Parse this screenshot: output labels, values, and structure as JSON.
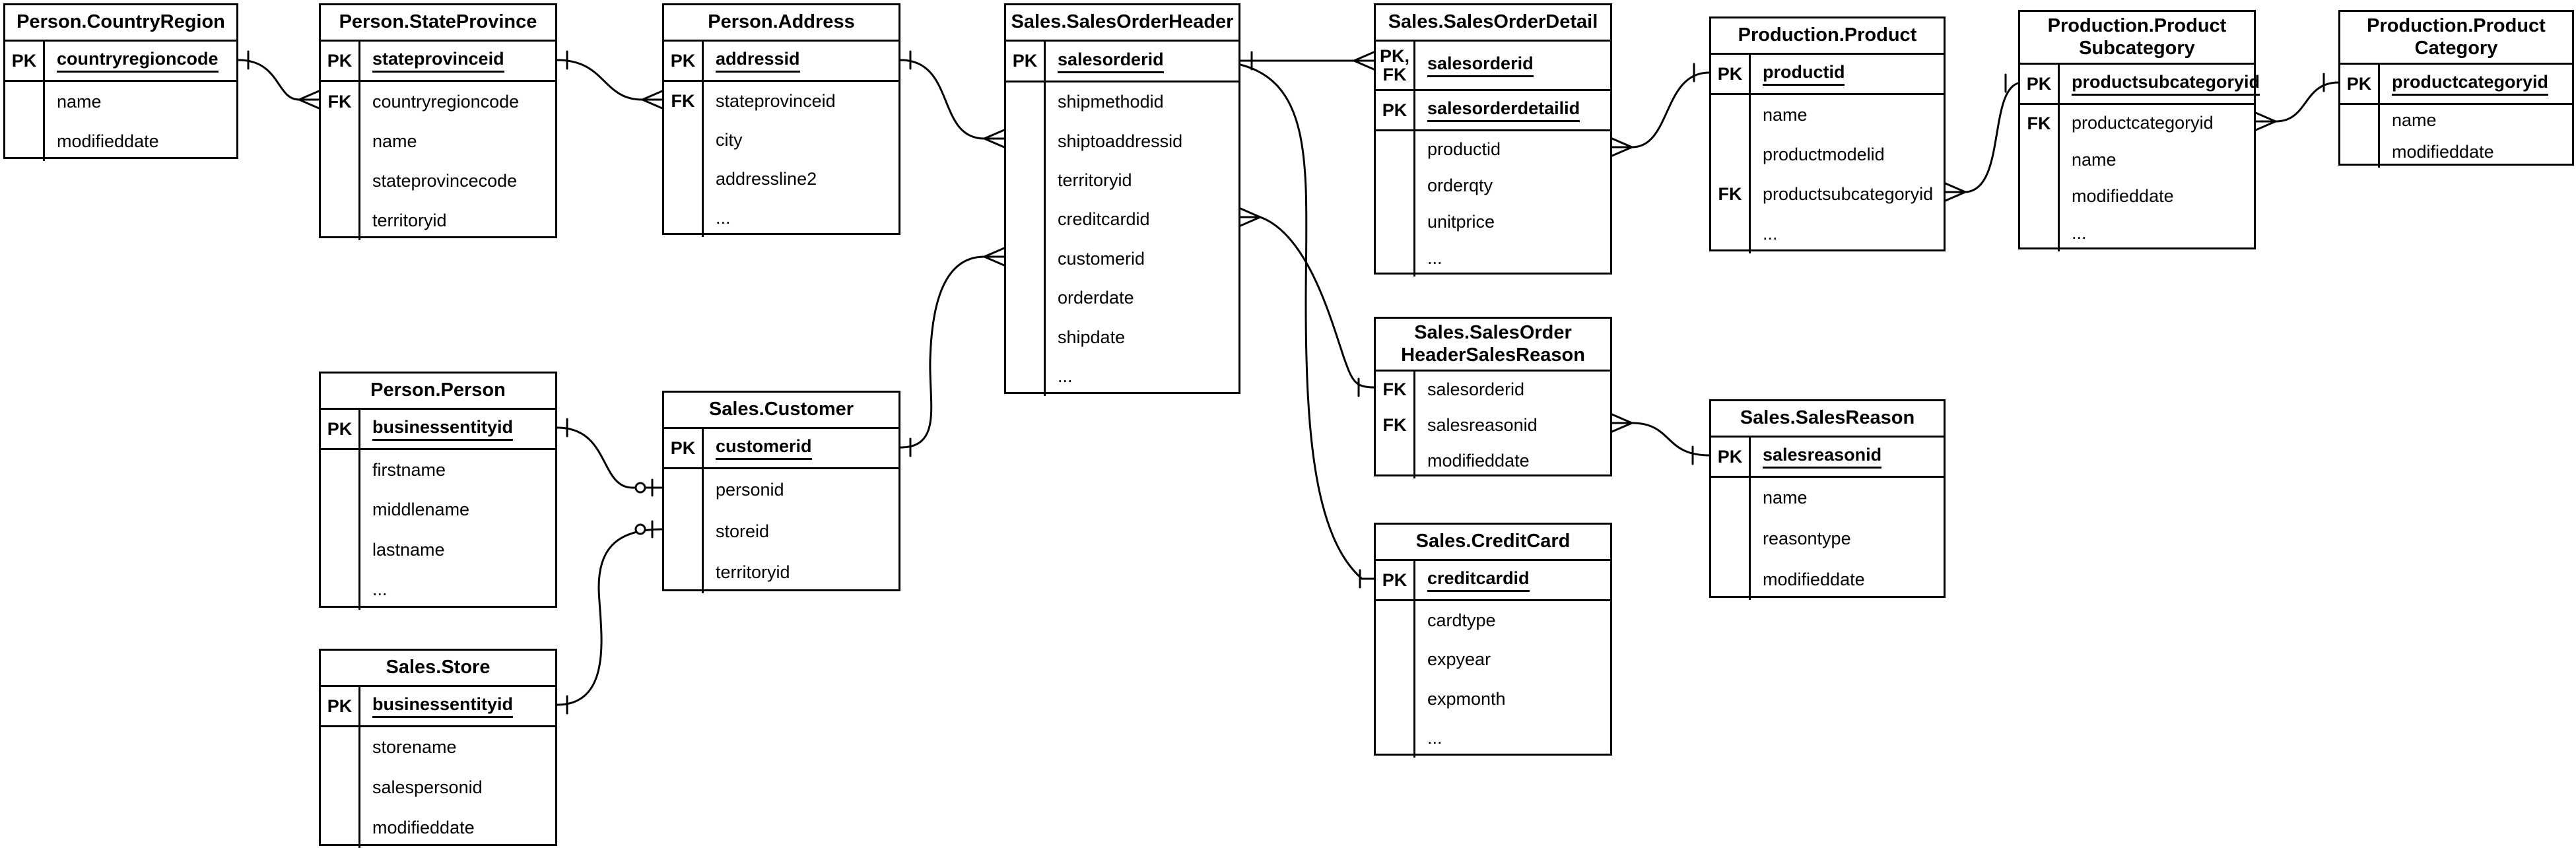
{
  "colors": {
    "background": "#ffffff",
    "line": "#000000",
    "text": "#000000"
  },
  "tables": [
    {
      "id": "country_region",
      "title": "Person.CountryRegion",
      "rows": [
        {
          "key": "PK",
          "field": "countryregioncode",
          "pk": true,
          "sep": true
        },
        {
          "key": "",
          "field": "name"
        },
        {
          "key": "",
          "field": "modifieddate"
        }
      ]
    },
    {
      "id": "state_province",
      "title": "Person.StateProvince",
      "rows": [
        {
          "key": "PK",
          "field": "stateprovinceid",
          "pk": true,
          "sep": true
        },
        {
          "key": "FK",
          "field": "countryregioncode"
        },
        {
          "key": "",
          "field": "name"
        },
        {
          "key": "",
          "field": "stateprovincecode"
        },
        {
          "key": "",
          "field": "territoryid"
        }
      ]
    },
    {
      "id": "address",
      "title": "Person.Address",
      "rows": [
        {
          "key": "PK",
          "field": "addressid",
          "pk": true,
          "sep": true
        },
        {
          "key": "FK",
          "field": "stateprovinceid"
        },
        {
          "key": "",
          "field": "city"
        },
        {
          "key": "",
          "field": "addressline2"
        },
        {
          "key": "",
          "field": "..."
        }
      ]
    },
    {
      "id": "sales_order_header",
      "title": "Sales.SalesOrderHeader",
      "rows": [
        {
          "key": "PK",
          "field": "salesorderid",
          "pk": true,
          "sep": true
        },
        {
          "key": "",
          "field": "shipmethodid"
        },
        {
          "key": "",
          "field": "shiptoaddressid"
        },
        {
          "key": "",
          "field": "territoryid"
        },
        {
          "key": "",
          "field": "creditcardid"
        },
        {
          "key": "",
          "field": "customerid"
        },
        {
          "key": "",
          "field": "orderdate"
        },
        {
          "key": "",
          "field": "shipdate"
        },
        {
          "key": "",
          "field": "..."
        }
      ]
    },
    {
      "id": "sales_order_detail",
      "title": "Sales.SalesOrderDetail",
      "rows": [
        {
          "key": "PK,\nFK",
          "field": "salesorderid",
          "pk": true,
          "sep": true
        },
        {
          "key": "PK",
          "field": "salesorderdetailid",
          "pk": true,
          "sep": true
        },
        {
          "key": "",
          "field": "productid"
        },
        {
          "key": "",
          "field": "orderqty"
        },
        {
          "key": "",
          "field": "unitprice"
        },
        {
          "key": "",
          "field": "..."
        }
      ]
    },
    {
      "id": "product",
      "title": "Production.Product",
      "rows": [
        {
          "key": "PK",
          "field": "productid",
          "pk": true,
          "sep": true
        },
        {
          "key": "",
          "field": "name"
        },
        {
          "key": "",
          "field": "productmodelid"
        },
        {
          "key": "FK",
          "field": "productsubcategoryid"
        },
        {
          "key": "",
          "field": "..."
        }
      ]
    },
    {
      "id": "product_subcategory",
      "title": "Production.Product\nSubcategory",
      "rows": [
        {
          "key": "PK",
          "field": "productsubcategoryid",
          "pk": true,
          "sep": true
        },
        {
          "key": "FK",
          "field": "productcategoryid"
        },
        {
          "key": "",
          "field": "name"
        },
        {
          "key": "",
          "field": "modifieddate"
        },
        {
          "key": "",
          "field": "..."
        }
      ]
    },
    {
      "id": "product_category",
      "title": "Production.Product\nCategory",
      "rows": [
        {
          "key": "PK",
          "field": "productcategoryid",
          "pk": true,
          "sep": true
        },
        {
          "key": "",
          "field": "name"
        },
        {
          "key": "",
          "field": "modifieddate"
        }
      ]
    },
    {
      "id": "person",
      "title": "Person.Person",
      "rows": [
        {
          "key": "PK",
          "field": "businessentityid",
          "pk": true,
          "sep": true
        },
        {
          "key": "",
          "field": "firstname"
        },
        {
          "key": "",
          "field": "middlename"
        },
        {
          "key": "",
          "field": "lastname"
        },
        {
          "key": "",
          "field": "..."
        }
      ]
    },
    {
      "id": "customer",
      "title": "Sales.Customer",
      "rows": [
        {
          "key": "PK",
          "field": "customerid",
          "pk": true,
          "sep": true
        },
        {
          "key": "",
          "field": "personid"
        },
        {
          "key": "",
          "field": "storeid"
        },
        {
          "key": "",
          "field": "territoryid"
        }
      ]
    },
    {
      "id": "header_sales_reason",
      "title": "Sales.SalesOrder\nHeaderSalesReason",
      "rows": [
        {
          "key": "FK",
          "field": "salesorderid"
        },
        {
          "key": "FK",
          "field": "salesreasonid"
        },
        {
          "key": "",
          "field": "modifieddate"
        }
      ]
    },
    {
      "id": "sales_reason",
      "title": "Sales.SalesReason",
      "rows": [
        {
          "key": "PK",
          "field": "salesreasonid",
          "pk": true,
          "sep": true
        },
        {
          "key": "",
          "field": "name"
        },
        {
          "key": "",
          "field": "reasontype"
        },
        {
          "key": "",
          "field": "modifieddate"
        }
      ]
    },
    {
      "id": "credit_card",
      "title": "Sales.CreditCard",
      "rows": [
        {
          "key": "PK",
          "field": "creditcardid",
          "pk": true,
          "sep": true
        },
        {
          "key": "",
          "field": "cardtype"
        },
        {
          "key": "",
          "field": "expyear"
        },
        {
          "key": "",
          "field": "expmonth"
        },
        {
          "key": "",
          "field": "..."
        }
      ]
    },
    {
      "id": "store",
      "title": "Sales.Store",
      "rows": [
        {
          "key": "PK",
          "field": "businessentityid",
          "pk": true,
          "sep": true
        },
        {
          "key": "",
          "field": "storename"
        },
        {
          "key": "",
          "field": "salespersonid"
        },
        {
          "key": "",
          "field": "modifieddate"
        }
      ]
    }
  ],
  "relationships": [
    {
      "from": "Person.CountryRegion.countryregioncode",
      "from_end": "one",
      "to": "Person.StateProvince.countryregioncode",
      "to_end": "many"
    },
    {
      "from": "Person.StateProvince.stateprovinceid",
      "from_end": "one",
      "to": "Person.Address.stateprovinceid",
      "to_end": "many"
    },
    {
      "from": "Person.Address.addressid",
      "from_end": "one",
      "to": "Sales.SalesOrderHeader.shiptoaddressid",
      "to_end": "many"
    },
    {
      "from": "Sales.SalesOrderHeader.salesorderid",
      "from_end": "one",
      "to": "Sales.SalesOrderDetail.salesorderid",
      "to_end": "many"
    },
    {
      "from": "Sales.SalesOrderHeader.salesorderid",
      "from_end": "plain",
      "to": "Sales.CreditCard.creditcardid",
      "to_end": "one"
    },
    {
      "from": "Sales.SalesOrderHeader.creditcardid",
      "from_end": "many",
      "to": "Sales.SalesOrderHeaderSalesReason.salesorderid",
      "to_end": "one"
    },
    {
      "from": "Sales.Customer.customerid",
      "from_end": "one",
      "to": "Sales.SalesOrderHeader.customerid",
      "to_end": "many"
    },
    {
      "from": "Person.Person.businessentityid",
      "from_end": "one",
      "to": "Sales.Customer.personid",
      "to_end": "zero-or-one"
    },
    {
      "from": "Sales.Store.businessentityid",
      "from_end": "one",
      "to": "Sales.Customer.storeid",
      "to_end": "zero-or-one"
    },
    {
      "from": "Sales.SalesOrderDetail.productid",
      "from_end": "many",
      "to": "Production.Product.productid",
      "to_end": "one"
    },
    {
      "from": "Production.Product.productsubcategoryid",
      "from_end": "many",
      "to": "Production.ProductSubcategory.productsubcategoryid",
      "to_end": "one"
    },
    {
      "from": "Production.ProductSubcategory.productcategoryid",
      "from_end": "many",
      "to": "Production.ProductCategory.productcategoryid",
      "to_end": "one"
    },
    {
      "from": "Sales.SalesOrderHeaderSalesReason.salesreasonid",
      "from_end": "many",
      "to": "Sales.SalesReason.salesreasonid",
      "to_end": "one"
    }
  ]
}
